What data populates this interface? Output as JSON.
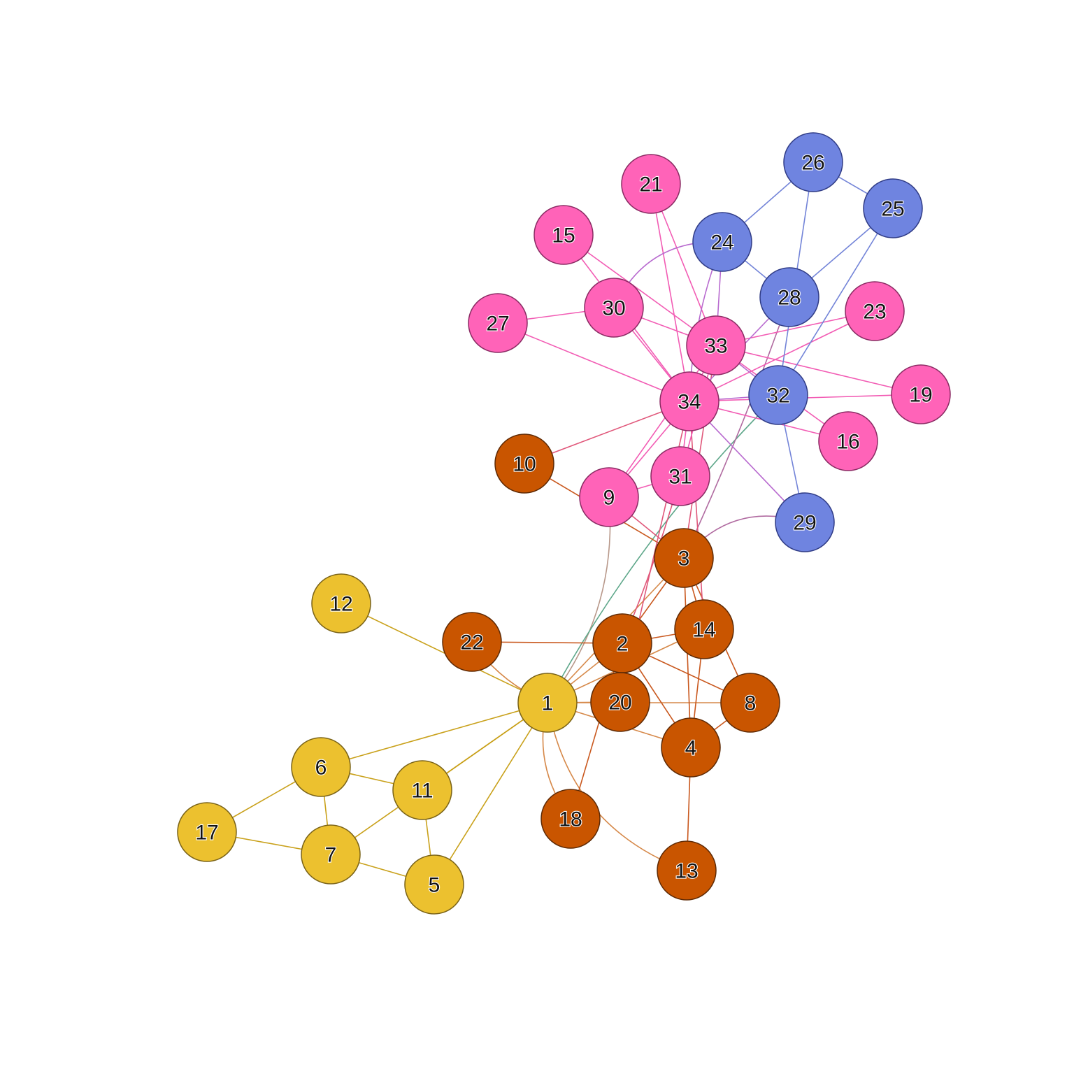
{
  "communities": {
    "yellow": {
      "fill": "#ECC12F",
      "stroke": "#7A6318",
      "edge": "#C9A11B"
    },
    "orange": {
      "fill": "#C95500",
      "stroke": "#5E2A05",
      "edge": "#C9581E"
    },
    "pink": {
      "fill": "#FF63B8",
      "stroke": "#8A2B63",
      "edge": "#F25CB4"
    },
    "blue": {
      "fill": "#6F84E0",
      "stroke": "#303C86",
      "edge": "#7384D8"
    }
  },
  "mixed_edge_colors": {
    "yellow-orange": "#D6894A",
    "yellow-pink": "#B8988A",
    "yellow-blue": "#5EA78A",
    "orange-pink": "#E0577A",
    "orange-blue": "#B06AA0",
    "pink-blue": "#B86ACF"
  },
  "nodes": [
    {
      "id": "1",
      "community": "yellow"
    },
    {
      "id": "2",
      "community": "orange"
    },
    {
      "id": "3",
      "community": "orange"
    },
    {
      "id": "4",
      "community": "orange"
    },
    {
      "id": "5",
      "community": "yellow"
    },
    {
      "id": "6",
      "community": "yellow"
    },
    {
      "id": "7",
      "community": "yellow"
    },
    {
      "id": "8",
      "community": "orange"
    },
    {
      "id": "9",
      "community": "pink"
    },
    {
      "id": "10",
      "community": "orange"
    },
    {
      "id": "11",
      "community": "yellow"
    },
    {
      "id": "12",
      "community": "yellow"
    },
    {
      "id": "13",
      "community": "orange"
    },
    {
      "id": "14",
      "community": "orange"
    },
    {
      "id": "15",
      "community": "pink"
    },
    {
      "id": "16",
      "community": "pink"
    },
    {
      "id": "17",
      "community": "yellow"
    },
    {
      "id": "18",
      "community": "orange"
    },
    {
      "id": "19",
      "community": "pink"
    },
    {
      "id": "20",
      "community": "orange"
    },
    {
      "id": "21",
      "community": "pink"
    },
    {
      "id": "22",
      "community": "orange"
    },
    {
      "id": "23",
      "community": "pink"
    },
    {
      "id": "24",
      "community": "blue"
    },
    {
      "id": "25",
      "community": "blue"
    },
    {
      "id": "26",
      "community": "blue"
    },
    {
      "id": "27",
      "community": "pink"
    },
    {
      "id": "28",
      "community": "blue"
    },
    {
      "id": "29",
      "community": "blue"
    },
    {
      "id": "30",
      "community": "pink"
    },
    {
      "id": "31",
      "community": "pink"
    },
    {
      "id": "32",
      "community": "blue"
    },
    {
      "id": "33",
      "community": "pink"
    },
    {
      "id": "34",
      "community": "pink"
    }
  ],
  "edges": [
    [
      "1",
      "2"
    ],
    [
      "1",
      "3"
    ],
    [
      "1",
      "4"
    ],
    [
      "1",
      "5"
    ],
    [
      "1",
      "6"
    ],
    [
      "1",
      "7"
    ],
    [
      "1",
      "8"
    ],
    [
      "1",
      "9"
    ],
    [
      "1",
      "11"
    ],
    [
      "1",
      "12"
    ],
    [
      "1",
      "13"
    ],
    [
      "1",
      "14"
    ],
    [
      "1",
      "18"
    ],
    [
      "1",
      "20"
    ],
    [
      "1",
      "22"
    ],
    [
      "1",
      "32"
    ],
    [
      "2",
      "3"
    ],
    [
      "2",
      "4"
    ],
    [
      "2",
      "8"
    ],
    [
      "2",
      "14"
    ],
    [
      "2",
      "18"
    ],
    [
      "2",
      "20"
    ],
    [
      "2",
      "22"
    ],
    [
      "2",
      "31"
    ],
    [
      "3",
      "4"
    ],
    [
      "3",
      "8"
    ],
    [
      "3",
      "9"
    ],
    [
      "3",
      "10"
    ],
    [
      "3",
      "14"
    ],
    [
      "3",
      "28"
    ],
    [
      "3",
      "29"
    ],
    [
      "3",
      "33"
    ],
    [
      "4",
      "8"
    ],
    [
      "4",
      "13"
    ],
    [
      "4",
      "14"
    ],
    [
      "5",
      "7"
    ],
    [
      "5",
      "11"
    ],
    [
      "6",
      "7"
    ],
    [
      "6",
      "11"
    ],
    [
      "6",
      "17"
    ],
    [
      "7",
      "17"
    ],
    [
      "9",
      "31"
    ],
    [
      "9",
      "33"
    ],
    [
      "9",
      "34"
    ],
    [
      "10",
      "34"
    ],
    [
      "14",
      "34"
    ],
    [
      "15",
      "33"
    ],
    [
      "15",
      "34"
    ],
    [
      "16",
      "33"
    ],
    [
      "16",
      "34"
    ],
    [
      "19",
      "33"
    ],
    [
      "19",
      "34"
    ],
    [
      "20",
      "34"
    ],
    [
      "21",
      "33"
    ],
    [
      "21",
      "34"
    ],
    [
      "23",
      "33"
    ],
    [
      "23",
      "34"
    ],
    [
      "24",
      "26"
    ],
    [
      "24",
      "28"
    ],
    [
      "24",
      "30"
    ],
    [
      "24",
      "33"
    ],
    [
      "24",
      "34"
    ],
    [
      "25",
      "26"
    ],
    [
      "25",
      "28"
    ],
    [
      "25",
      "32"
    ],
    [
      "26",
      "32"
    ],
    [
      "27",
      "30"
    ],
    [
      "27",
      "34"
    ],
    [
      "28",
      "34"
    ],
    [
      "29",
      "32"
    ],
    [
      "29",
      "34"
    ],
    [
      "30",
      "33"
    ],
    [
      "30",
      "34"
    ],
    [
      "31",
      "33"
    ],
    [
      "31",
      "34"
    ],
    [
      "32",
      "33"
    ],
    [
      "32",
      "34"
    ],
    [
      "33",
      "34"
    ]
  ]
}
